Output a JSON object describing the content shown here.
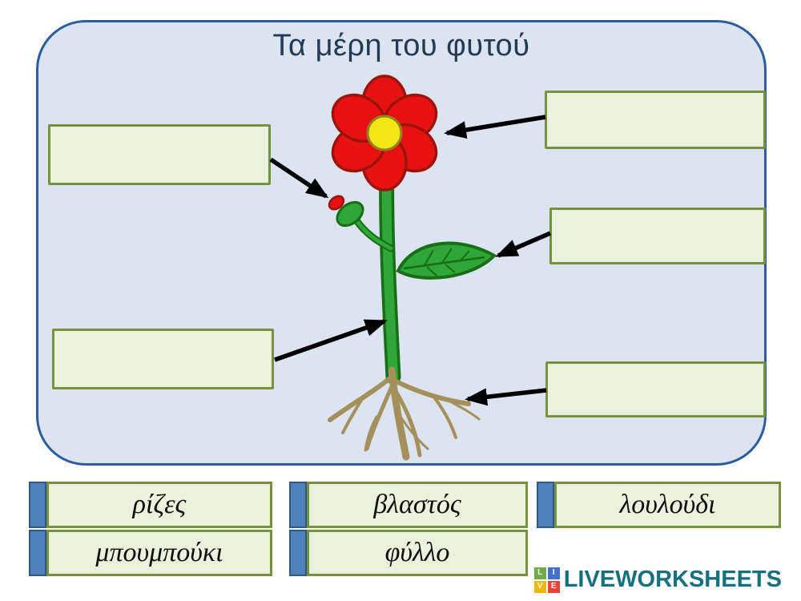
{
  "title": "Τα μέρη του φυτού",
  "answer_boxes": [
    {
      "target": "flower",
      "value": ""
    },
    {
      "target": "bud",
      "value": ""
    },
    {
      "target": "leaf",
      "value": ""
    },
    {
      "target": "stem",
      "value": ""
    },
    {
      "target": "roots",
      "value": ""
    }
  ],
  "word_bank": {
    "items": [
      "ρίζες",
      "βλαστός",
      "λουλούδι",
      "μπουμπούκι",
      "φύλλο"
    ]
  },
  "logo": {
    "text": "LIVEWORKSHEETS",
    "icon_cells": [
      {
        "letter": "L",
        "style": "background:#6fad47"
      },
      {
        "letter": "I",
        "style": "background:#4472c4"
      },
      {
        "letter": "V",
        "style": "background:#f2b705"
      },
      {
        "letter": "E",
        "style": "background:#e8443a"
      }
    ]
  },
  "colors": {
    "panel_fill": "#dbe4f0",
    "panel_border": "#2e5d9e",
    "box_fill": "#eaf1dd",
    "box_border": "#76923c",
    "tab_fill": "#4f81bd",
    "flower_red": "#e81111",
    "flower_center_yellow": "#f4e616",
    "plant_green": "#2fa637",
    "root_tan": "#a3905a",
    "logo_teal": "#15717f"
  }
}
